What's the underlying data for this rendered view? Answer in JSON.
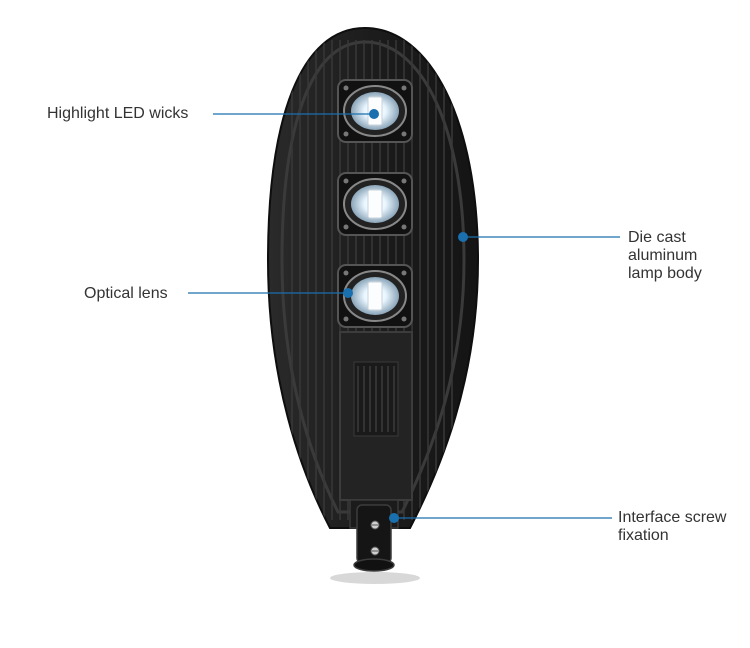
{
  "callouts": {
    "highlight_led_wicks": "Highlight LED wicks",
    "optical_lens": "Optical lens",
    "die_cast": [
      "Die cast",
      "aluminum",
      "lamp body"
    ],
    "interface_screw": [
      "Interface screw",
      "fixation"
    ]
  },
  "colors": {
    "leader_line": "#1a6fae",
    "lamp_body": "#1e1e1e",
    "label_text": "#333333"
  }
}
